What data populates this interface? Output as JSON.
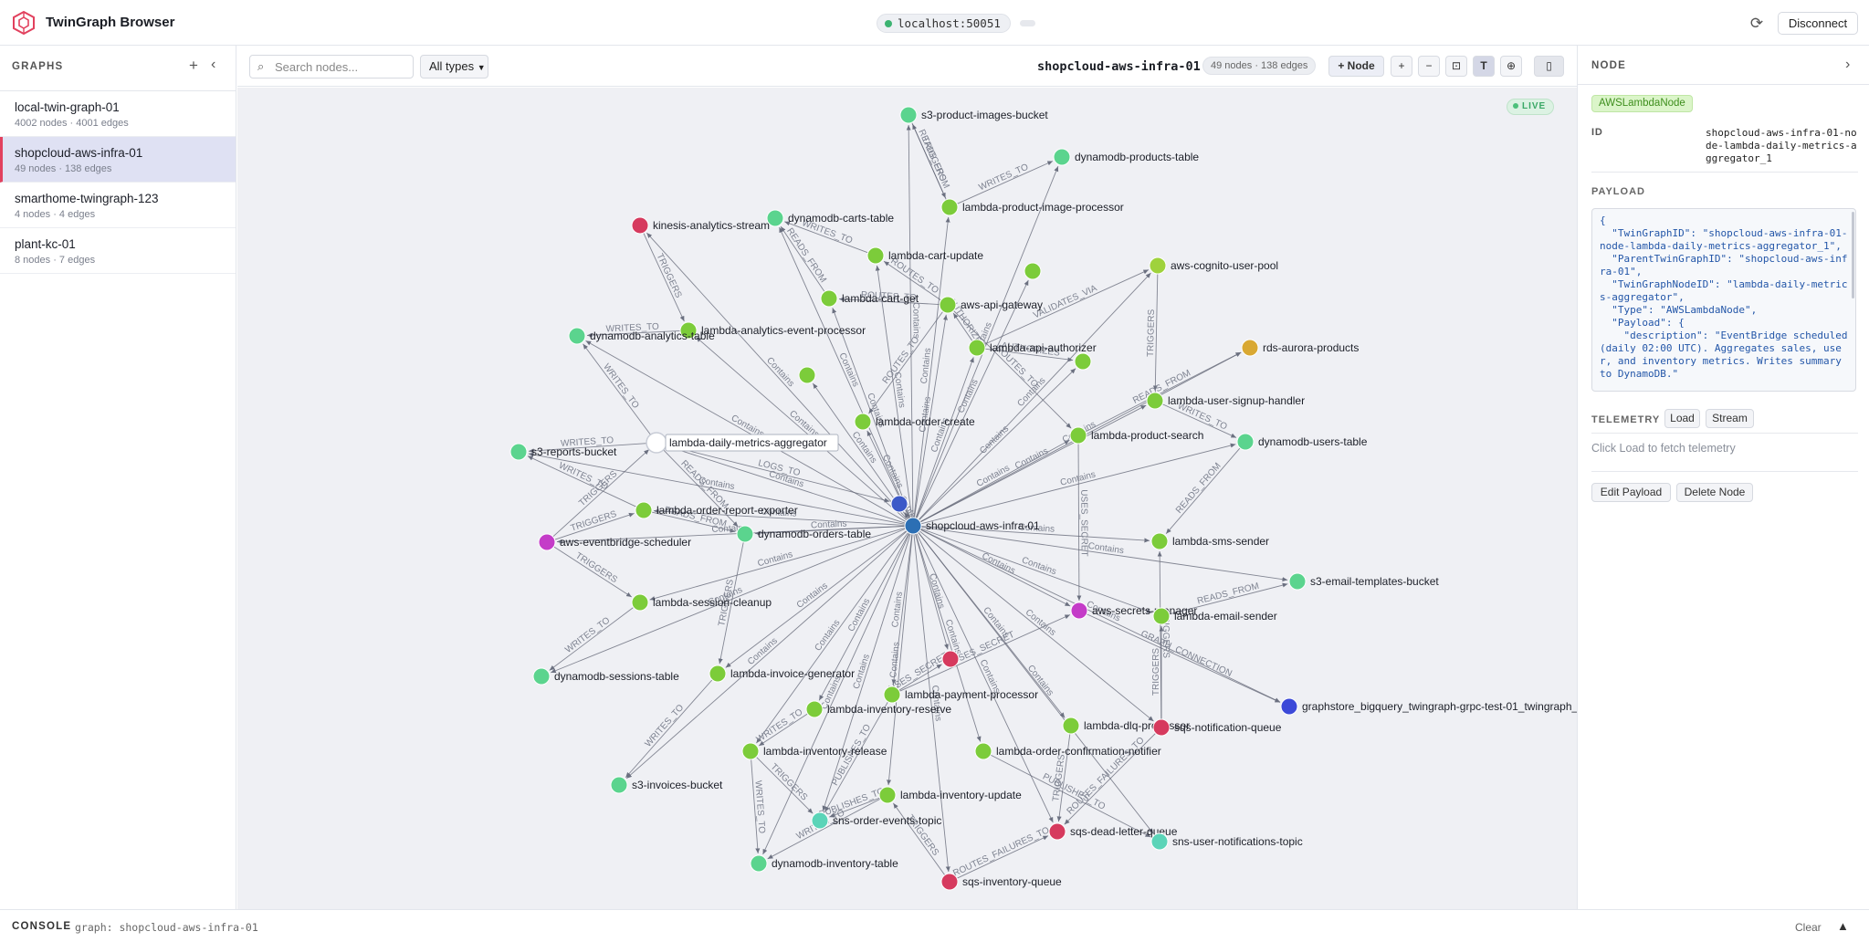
{
  "app": {
    "title": "TwinGraph Browser",
    "connection": "localhost:50051",
    "disconnect_label": "Disconnect"
  },
  "sidebar": {
    "heading": "GRAPHS",
    "graphs": [
      {
        "name": "local-twin-graph-01",
        "meta": "4002 nodes · 4001 edges"
      },
      {
        "name": "shopcloud-aws-infra-01",
        "meta": "49 nodes · 138 edges"
      },
      {
        "name": "smarthome-twingraph-123",
        "meta": "4 nodes · 4 edges"
      },
      {
        "name": "plant-kc-01",
        "meta": "8 nodes · 7 edges"
      }
    ]
  },
  "toolbar": {
    "search_placeholder": "Search nodes...",
    "type_filter": "All types",
    "graph_name": "shopcloud-aws-infra-01",
    "counts": "49 nodes · 138 edges",
    "add_node_label": "+ Node",
    "zoom_in": "+",
    "zoom_out": "−",
    "fit": "⊡",
    "labels_toggle": "T",
    "center": "⊕",
    "delete": "🗑"
  },
  "canvas": {
    "live_label": "LIVE",
    "nodes": [
      {
        "id": "root",
        "label": "shopcloud-aws-infra-01",
        "color": "#2c6fb4"
      },
      {
        "id": "child",
        "label": "",
        "color": "#3c59c8"
      },
      {
        "id": "s3pi",
        "label": "s3-product-images-bucket",
        "color": "#5bd48e"
      },
      {
        "id": "ddbprod",
        "label": "dynamodb-products-table",
        "color": "#5bd48e"
      },
      {
        "id": "lpip",
        "label": "lambda-product-image-processor",
        "color": "#7ccc3a"
      },
      {
        "id": "kas",
        "label": "kinesis-analytics-stream",
        "color": "#d63a5e"
      },
      {
        "id": "ddbcart",
        "label": "dynamodb-carts-table",
        "color": "#5bd48e"
      },
      {
        "id": "lcu",
        "label": "lambda-cart-update",
        "color": "#7ccc3a"
      },
      {
        "id": "lcg",
        "label": "lambda-cart-get",
        "color": "#7ccc3a"
      },
      {
        "id": "apigw",
        "label": "aws-api-gateway",
        "color": "#7ccc3a"
      },
      {
        "id": "cog",
        "label": "aws-cognito-user-pool",
        "color": "#9fd23c"
      },
      {
        "id": "un1",
        "label": "",
        "color": "#7ccc3a"
      },
      {
        "id": "laep",
        "label": "lambda-analytics-event-processor",
        "color": "#7ccc3a"
      },
      {
        "id": "ddban",
        "label": "dynamodb-analytics-table",
        "color": "#5bd48e"
      },
      {
        "id": "laa",
        "label": "lambda-api-authorizer",
        "color": "#7ccc3a"
      },
      {
        "id": "rds",
        "label": "rds-aurora-products",
        "color": "#d9a832"
      },
      {
        "id": "un2",
        "label": "",
        "color": "#7ccc3a"
      },
      {
        "id": "un3",
        "label": "",
        "color": "#7ccc3a"
      },
      {
        "id": "lush",
        "label": "lambda-user-signup-handler",
        "color": "#7ccc3a"
      },
      {
        "id": "loc",
        "label": "lambda-order-create",
        "color": "#7ccc3a"
      },
      {
        "id": "ldma",
        "label": "lambda-daily-metrics-aggregator",
        "color": "#ffffff"
      },
      {
        "id": "lps",
        "label": "lambda-product-search",
        "color": "#7ccc3a"
      },
      {
        "id": "ddbusers",
        "label": "dynamodb-users-table",
        "color": "#5bd48e"
      },
      {
        "id": "s3rep",
        "label": "s3-reports-bucket",
        "color": "#5bd48e"
      },
      {
        "id": "lore",
        "label": "lambda-order-report-exporter",
        "color": "#7ccc3a"
      },
      {
        "id": "ddbord",
        "label": "dynamodb-orders-table",
        "color": "#5bd48e"
      },
      {
        "id": "evb",
        "label": "aws-eventbridge-scheduler",
        "color": "#c43cc8"
      },
      {
        "id": "lsms",
        "label": "lambda-sms-sender",
        "color": "#7ccc3a"
      },
      {
        "id": "s3et",
        "label": "s3-email-templates-bucket",
        "color": "#5bd48e"
      },
      {
        "id": "lsc",
        "label": "lambda-session-cleanup",
        "color": "#7ccc3a"
      },
      {
        "id": "asm",
        "label": "aws-secrets-manager",
        "color": "#c43cc8"
      },
      {
        "id": "les",
        "label": "lambda-email-sender",
        "color": "#7ccc3a"
      },
      {
        "id": "ddbsess",
        "label": "dynamodb-sessions-table",
        "color": "#5bd48e"
      },
      {
        "id": "un4",
        "label": "",
        "color": "#d63a5e"
      },
      {
        "id": "lig",
        "label": "lambda-invoice-generator",
        "color": "#7ccc3a"
      },
      {
        "id": "lpp",
        "label": "lambda-payment-processor",
        "color": "#7ccc3a"
      },
      {
        "id": "gbq",
        "label": "graphstore_bigquery_twingraph-grpc-test-01_twingraph_",
        "color": "#3c49d8"
      },
      {
        "id": "lir",
        "label": "lambda-inventory-reserve",
        "color": "#7ccc3a"
      },
      {
        "id": "ldlq",
        "label": "lambda-dlq-processor",
        "color": "#7ccc3a"
      },
      {
        "id": "sqsnq",
        "label": "sqs-notification-queue",
        "color": "#d63a5e"
      },
      {
        "id": "s3inv",
        "label": "s3-invoices-bucket",
        "color": "#5bd48e"
      },
      {
        "id": "lirel",
        "label": "lambda-inventory-release",
        "color": "#7ccc3a"
      },
      {
        "id": "locn",
        "label": "lambda-order-confirmation-notifier",
        "color": "#7ccc3a"
      },
      {
        "id": "liu",
        "label": "lambda-inventory-update",
        "color": "#7ccc3a"
      },
      {
        "id": "snsoe",
        "label": "sns-order-events-topic",
        "color": "#5bd4b8"
      },
      {
        "id": "sqsdlq",
        "label": "sqs-dead-letter-queue",
        "color": "#d63a5e"
      },
      {
        "id": "snsun",
        "label": "sns-user-notifications-topic",
        "color": "#5bd4b8"
      },
      {
        "id": "ddbinv",
        "label": "dynamodb-inventory-table",
        "color": "#5bd48e"
      },
      {
        "id": "sqsiq",
        "label": "sqs-inventory-queue",
        "color": "#d63a5e"
      }
    ],
    "edges": [
      {
        "s": "lpip",
        "t": "s3pi",
        "label": "READS_FROM"
      },
      {
        "s": "s3pi",
        "t": "lpip",
        "label": "TRIGGERS"
      },
      {
        "s": "lpip",
        "t": "ddbprod",
        "label": "WRITES_TO"
      },
      {
        "s": "lcu",
        "t": "ddbcart",
        "label": "WRITES_TO"
      },
      {
        "s": "lcg",
        "t": "ddbcart",
        "label": "READS_FROM"
      },
      {
        "s": "apigw",
        "t": "lcg",
        "label": "ROUTES_TO"
      },
      {
        "s": "apigw",
        "t": "lcu",
        "label": "ROUTES_TO"
      },
      {
        "s": "laa",
        "t": "apigw",
        "label": "AUTHORIZES"
      },
      {
        "s": "laa",
        "t": "cog",
        "label": "VALIDATES_VIA"
      },
      {
        "s": "kas",
        "t": "laep",
        "label": "TRIGGERS"
      },
      {
        "s": "laep",
        "t": "ddban",
        "label": "WRITES_TO"
      },
      {
        "s": "cog",
        "t": "lush",
        "label": "TRIGGERS"
      },
      {
        "s": "lush",
        "t": "ddbusers",
        "label": "WRITES_TO"
      },
      {
        "s": "lps",
        "t": "rds",
        "label": "READS_FROM"
      },
      {
        "s": "apigw",
        "t": "loc",
        "label": "ROUTES_TO"
      },
      {
        "s": "laa",
        "t": "un2",
        "label": "AUTHORIZES"
      },
      {
        "s": "apigw",
        "t": "lps",
        "label": "ROUTES_TO"
      },
      {
        "s": "ldma",
        "t": "ddban",
        "label": "WRITES_TO"
      },
      {
        "s": "ldma",
        "t": "s3rep",
        "label": "WRITES_TO"
      },
      {
        "s": "evb",
        "t": "ldma",
        "label": "TRIGGERS"
      },
      {
        "s": "evb",
        "t": "lore",
        "label": "TRIGGERS"
      },
      {
        "s": "lore",
        "t": "s3rep",
        "label": "WRITES_TO"
      },
      {
        "s": "lore",
        "t": "ddbord",
        "label": "READS_FROM"
      },
      {
        "s": "ldma",
        "t": "ddbord",
        "label": "READS_FROM"
      },
      {
        "s": "ldma",
        "t": "child",
        "label": "LOGS_TO"
      },
      {
        "s": "evb",
        "t": "lsc",
        "label": "TRIGGERS"
      },
      {
        "s": "lsc",
        "t": "ddbsess",
        "label": "WRITES_TO"
      },
      {
        "s": "ddbusers",
        "t": "lsms",
        "label": "READS_FROM"
      },
      {
        "s": "les",
        "t": "s3et",
        "label": "READS_FROM"
      },
      {
        "s": "lps",
        "t": "asm",
        "label": "USES_SECRET"
      },
      {
        "s": "sqsnq",
        "t": "les",
        "label": "TRIGGERS"
      },
      {
        "s": "sqsnq",
        "t": "lsms",
        "label": "TRIGGERS"
      },
      {
        "s": "asm",
        "t": "gbq",
        "label": "GRAPH_CONNECTION"
      },
      {
        "s": "lpp",
        "t": "asm",
        "label": "USES_SECRET"
      },
      {
        "s": "lpp",
        "t": "un4",
        "label": "USES_SECRET"
      },
      {
        "s": "ddbord",
        "t": "lig",
        "label": "TRIGGERS"
      },
      {
        "s": "lig",
        "t": "s3inv",
        "label": "WRITES_TO"
      },
      {
        "s": "lirel",
        "t": "snsoe",
        "label": "TRIGGERS"
      },
      {
        "s": "liu",
        "t": "snsoe",
        "label": "PUBLISHES_TO"
      },
      {
        "s": "lirel",
        "t": "ddbinv",
        "label": "WRITES_TO"
      },
      {
        "s": "liu",
        "t": "ddbinv",
        "label": "WRITES_TO"
      },
      {
        "s": "sqsiq",
        "t": "liu",
        "label": "TRIGGERS"
      },
      {
        "s": "sqsiq",
        "t": "sqsdlq",
        "label": "ROUTES_FAILURES_TO"
      },
      {
        "s": "sqsnq",
        "t": "sqsdlq",
        "label": "ROUTES_FAILURES_TO"
      },
      {
        "s": "ldlq",
        "t": "sqsdlq",
        "label": "TRIGGERS"
      },
      {
        "s": "locn",
        "t": "snsun",
        "label": "PUBLISHES_TO"
      },
      {
        "s": "lpp",
        "t": "snsoe",
        "label": "PUBLISHES_TO"
      },
      {
        "s": "lir",
        "t": "lirel",
        "label": "WRITES_TO"
      }
    ],
    "root_edge_label": "Contains"
  },
  "panel": {
    "heading": "NODE",
    "type_chip": "AWSLambdaNode",
    "id_label": "ID",
    "id_value": "shopcloud-aws-infra-01-node-lambda-daily-metrics-aggregator_1",
    "payload_label": "PAYLOAD",
    "payload": "{\n  \"TwinGraphID\": \"shopcloud-aws-infra-01-node-lambda-daily-metrics-aggregator_1\",\n  \"ParentTwinGraphID\": \"shopcloud-aws-infra-01\",\n  \"TwinGraphNodeID\": \"lambda-daily-metrics-aggregator\",\n  \"Type\": \"AWSLambdaNode\",\n  \"Payload\": {\n    \"description\": \"EventBridge scheduled (daily 02:00 UTC). Aggregates sales, user, and inventory metrics. Writes summary to DynamoDB.\"",
    "telemetry_label": "TELEMETRY",
    "load_label": "Load",
    "stream_label": "Stream",
    "telemetry_hint": "Click Load to fetch telemetry",
    "edit_label": "Edit Payload",
    "delete_label": "Delete Node"
  },
  "console": {
    "label": "CONSOLE",
    "text": "graph: shopcloud-aws-infra-01",
    "clear_label": "Clear",
    "toggle": "▲"
  }
}
